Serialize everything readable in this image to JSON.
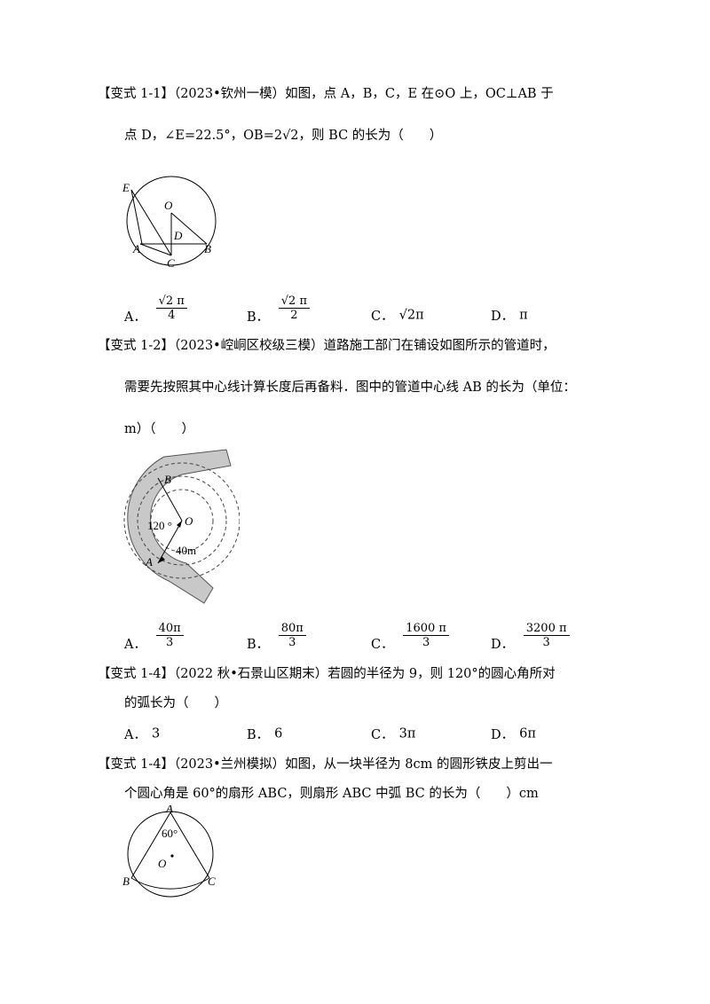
{
  "q1": {
    "line1": "【变式 1-1】（2023•钦州一模）如图，点 A，B，C，E 在⊙O 上，OC⊥AB 于",
    "line2": "点 D，∠E=22.5°，OB=2√2，则 BC 的长为（　　）",
    "labels": {
      "E": "E",
      "O": "O",
      "D": "D",
      "A": "A",
      "B": "B",
      "C": "C"
    },
    "options": [
      {
        "label": "A．",
        "num": "√2 π",
        "den": "4"
      },
      {
        "label": "B．",
        "num": "√2 π",
        "den": "2"
      },
      {
        "label": "C．",
        "text": "√2π"
      },
      {
        "label": "D．",
        "text": "π"
      }
    ]
  },
  "q2": {
    "line1": "【变式 1-2】（2023•崆峒区校级三模）道路施工部门在铺设如图所示的管道时，",
    "line2": "需要先按照其中心线计算长度后再备料．图中的管道中心线 AB 的长为（单位：",
    "line3": "m）（　　）",
    "labels": {
      "B": "B",
      "O": "O",
      "A": "A",
      "angle": "120 °",
      "radius": "40m"
    },
    "options": [
      {
        "label": "A．",
        "num": "40π",
        "den": "3"
      },
      {
        "label": "B．",
        "num": "80π",
        "den": "3"
      },
      {
        "label": "C．",
        "num": "1600 π",
        "den": "3"
      },
      {
        "label": "D．",
        "num": "3200 π",
        "den": "3"
      }
    ]
  },
  "q3": {
    "line1": "【变式 1-4】（2022 秋•石景山区期末）若圆的半径为 9，则 120°的圆心角所对",
    "line2": "的弧长为（　　）",
    "options": [
      {
        "label": "A．",
        "text": "3"
      },
      {
        "label": "B．",
        "text": "6"
      },
      {
        "label": "C．",
        "text": "3π"
      },
      {
        "label": "D．",
        "text": "6π"
      }
    ]
  },
  "q4": {
    "line1": "【变式 1-4】（2023•兰州模拟）如图，从一块半径为 8cm 的圆形铁皮上剪出一",
    "line2": "个圆心角是 60°的扇形 ABC，则扇形 ABC 中弧 BC 的长为（　　）cm",
    "labels": {
      "A": "A",
      "angle": "60°",
      "O": "O",
      "B": "B",
      "C": "C"
    }
  }
}
